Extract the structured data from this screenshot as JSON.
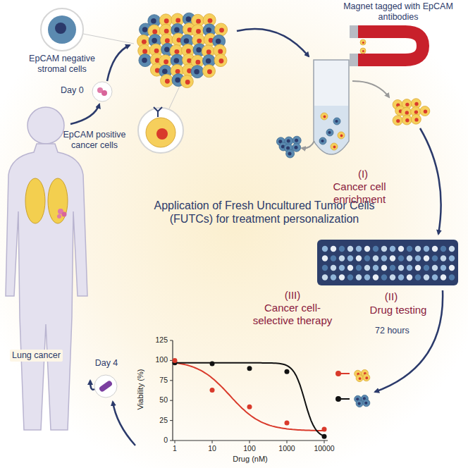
{
  "diagram": {
    "title": "Application of Fresh Uncultured Tumor Cells (FUTCs) for treatment personalization",
    "labels": [
      "EpCAM negative stromal cells",
      "Day 0",
      "EpCAM positive cancer cells",
      "Magnet tagged with EpCAM antibodies",
      "(I)",
      "Cancer cell enrichment",
      "(II)",
      "Drug testing",
      "72 hours",
      "(III)",
      "Cancer cell-selective therapy",
      "Lung cancer",
      "Day 4",
      "Viability (%)",
      "125",
      "100",
      "75",
      "50",
      "25",
      "0",
      "1",
      "10",
      "100",
      "1000",
      "10000",
      "Drug (nM)"
    ]
  }
}
